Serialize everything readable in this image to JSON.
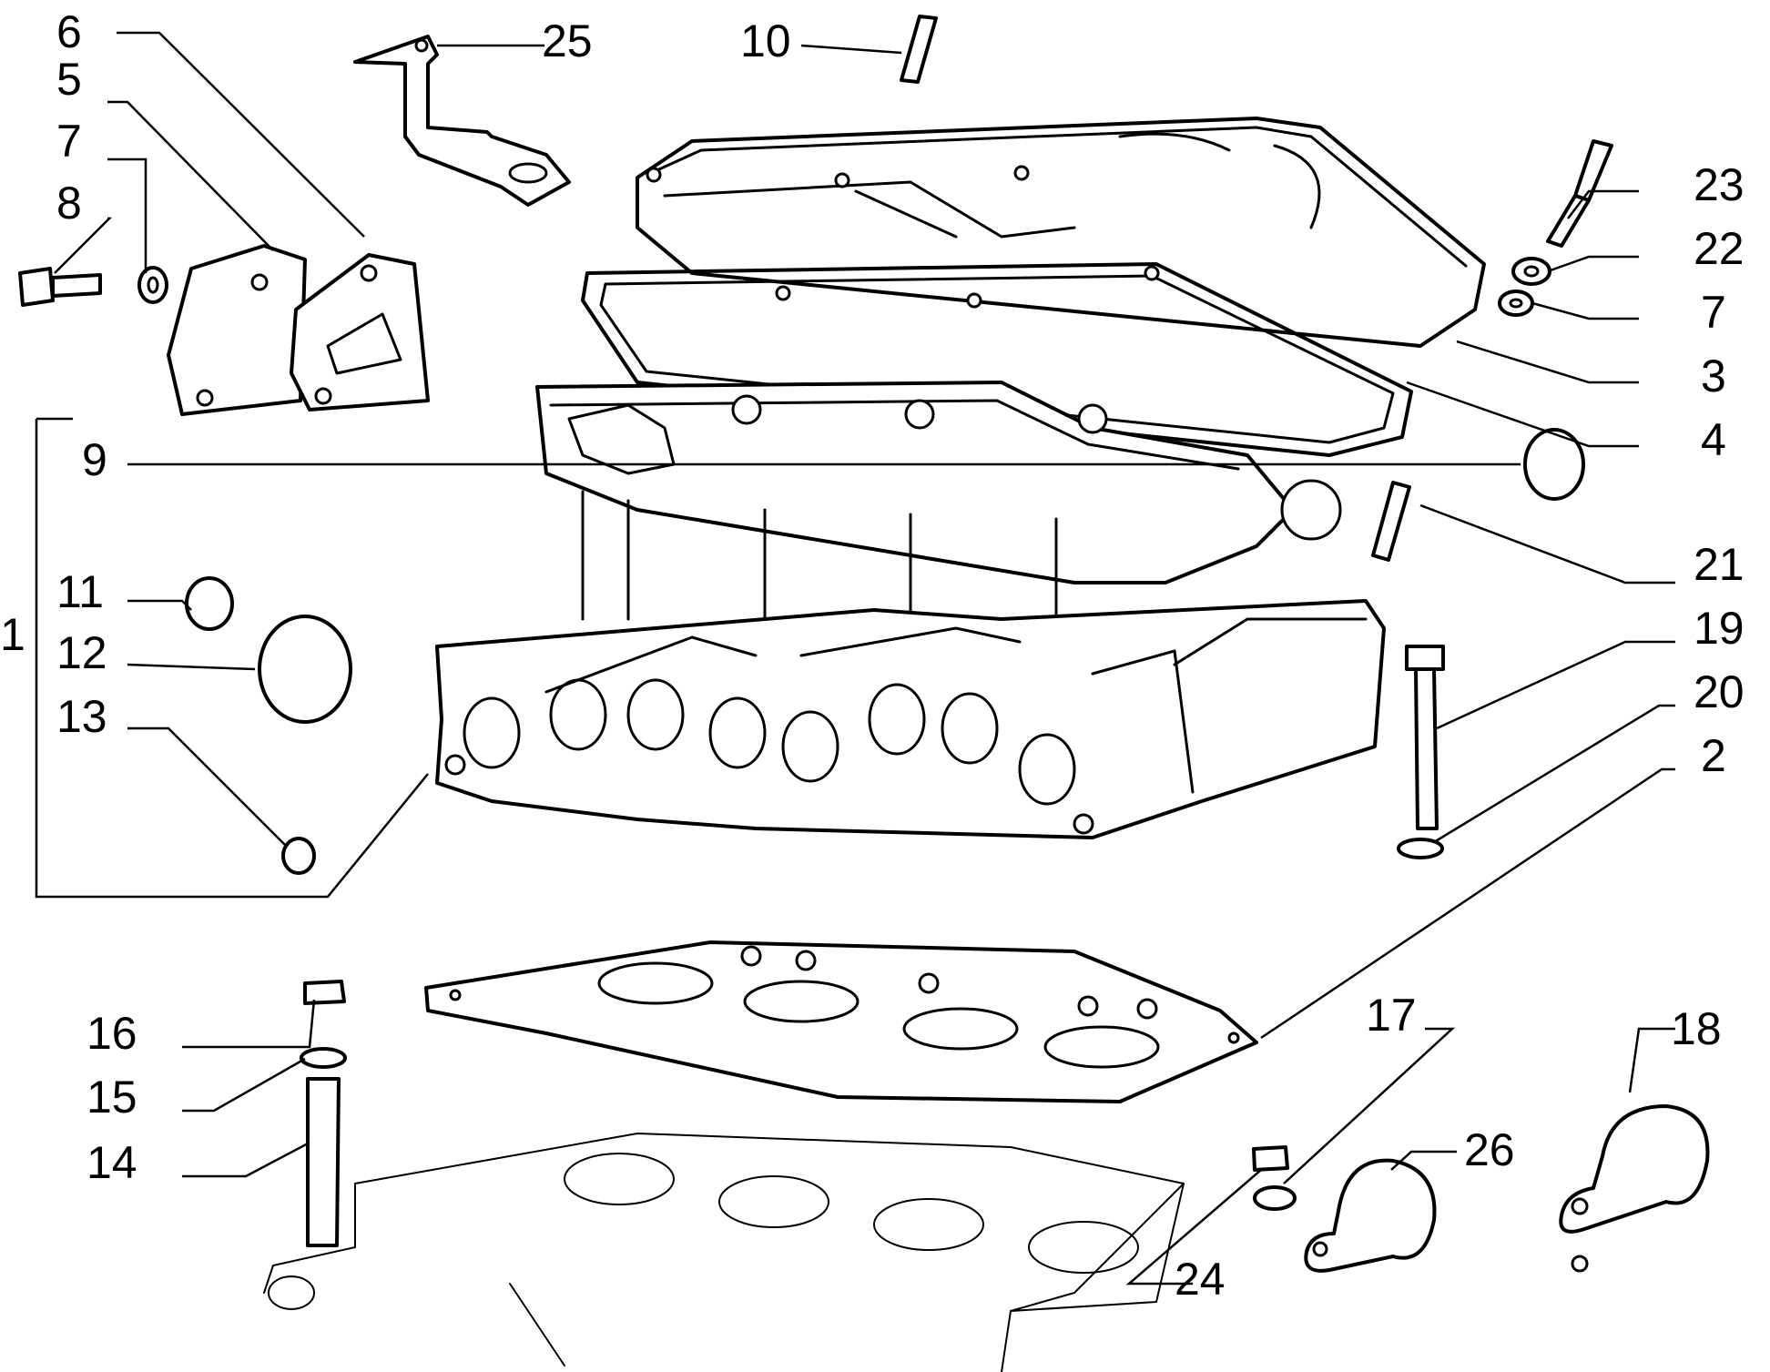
{
  "diagram": {
    "callouts": [
      {
        "id": "c6",
        "text": "6"
      },
      {
        "id": "c25",
        "text": "25"
      },
      {
        "id": "c10",
        "text": "10"
      },
      {
        "id": "c5",
        "text": "5"
      },
      {
        "id": "c7a",
        "text": "7"
      },
      {
        "id": "c8",
        "text": "8"
      },
      {
        "id": "c23",
        "text": "23"
      },
      {
        "id": "c22",
        "text": "22"
      },
      {
        "id": "c7b",
        "text": "7"
      },
      {
        "id": "c3",
        "text": "3"
      },
      {
        "id": "c4",
        "text": "4"
      },
      {
        "id": "c9",
        "text": "9"
      },
      {
        "id": "c21",
        "text": "21"
      },
      {
        "id": "c11",
        "text": "11"
      },
      {
        "id": "c1",
        "text": "1"
      },
      {
        "id": "c12",
        "text": "12"
      },
      {
        "id": "c19",
        "text": "19"
      },
      {
        "id": "c20",
        "text": "20"
      },
      {
        "id": "c13",
        "text": "13"
      },
      {
        "id": "c2",
        "text": "2"
      },
      {
        "id": "c17",
        "text": "17"
      },
      {
        "id": "c18",
        "text": "18"
      },
      {
        "id": "c16",
        "text": "16"
      },
      {
        "id": "c15",
        "text": "15"
      },
      {
        "id": "c26",
        "text": "26"
      },
      {
        "id": "c14",
        "text": "14"
      },
      {
        "id": "c24",
        "text": "24"
      }
    ]
  }
}
